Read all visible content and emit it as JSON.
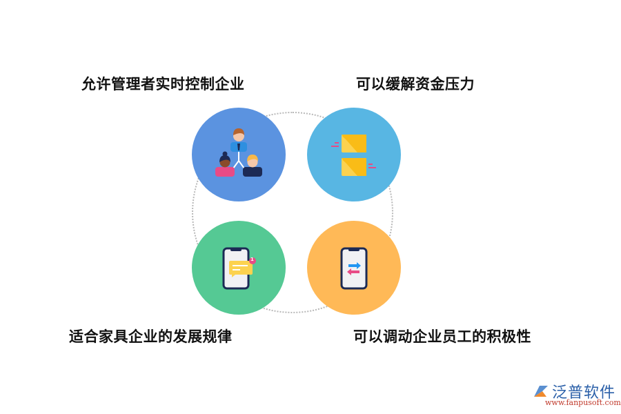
{
  "features": [
    {
      "label": "允许管理者实时控制企业",
      "icon": "team-hierarchy-icon",
      "color": "#5b93e0"
    },
    {
      "label": "可以缓解资金压力",
      "icon": "envelopes-icon",
      "color": "#58b6e3"
    },
    {
      "label": "适合家具企业的发展规律",
      "icon": "phone-notification-icon",
      "color": "#55c994",
      "badge": "1"
    },
    {
      "label": "可以调动企业员工的积极性",
      "icon": "phone-transfer-icon",
      "color": "#ffb957"
    }
  ],
  "watermark": {
    "brand": "泛普软件",
    "url": "www.fanpusoft.com"
  }
}
